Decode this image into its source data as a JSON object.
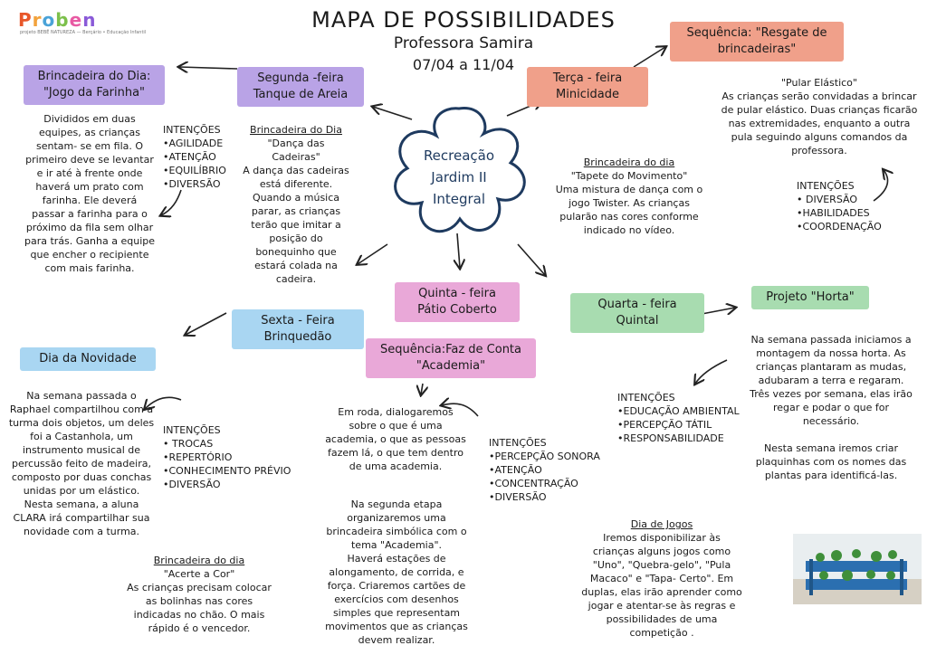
{
  "logo": {
    "letters": [
      "P",
      "r",
      "o",
      "b",
      "e",
      "n"
    ],
    "colors": [
      "#e8572a",
      "#f2a23c",
      "#4aa3d8",
      "#7cc04b",
      "#e85aa3",
      "#8a5ad8"
    ],
    "tagline": "projeto BEBÊ NATUREZA — Berçário • Educação Infantil"
  },
  "header": {
    "title": "MAPA DE POSSIBILIDADES",
    "teacher": "Professora  Samira",
    "dates": "07/04 a 11/04"
  },
  "center": {
    "lines": [
      "Recreação",
      "Jardim II",
      "Integral"
    ]
  },
  "monday": {
    "tag": [
      "Segunda -feira",
      "Tanque de Areia"
    ],
    "game_tag": [
      "Brincadeira do Dia:",
      "\"Jogo da Farinha\""
    ],
    "game_text": [
      "Divididos em duas",
      "equipes, as crianças",
      "sentam- se em fila. O",
      "primeiro deve se levantar",
      "e ir até à frente onde",
      "haverá um prato com",
      "farinha. Ele deverá",
      "passar a farinha para o",
      "próximo da fila sem olhar",
      "para trás. Ganha a equipe",
      "que encher o recipiente",
      "com mais farinha."
    ],
    "intentions": [
      "INTENÇÕES",
      "•AGILIDADE",
      "•ATENÇÃO",
      "•EQUILÍBRIO",
      "•DIVERSÃO"
    ],
    "day_heading": "Brincadeira do Dia",
    "day_text": [
      "\"Dança das",
      "Cadeiras\"",
      "A dança das cadeiras",
      "está diferente.",
      "Quando a música",
      "parar, as crianças",
      "terão que imitar a",
      "posição do",
      "bonequinho que",
      "estará colada na",
      "cadeira."
    ]
  },
  "tuesday": {
    "tag": [
      "Terça - feira",
      "Minicidade"
    ],
    "sequence_tag": [
      "Sequência: \"Resgate de",
      "brincadeiras\""
    ],
    "sequence_text": [
      "\"Pular Elástico\"",
      "As crianças serão convidadas a brincar",
      "de pular elástico. Duas crianças ficarão",
      "nas extremidades, enquanto a outra",
      "pula seguindo alguns comandos da",
      "professora."
    ],
    "intentions": [
      "INTENÇÕES",
      "• DIVERSÃO",
      "•HABILIDADES",
      "•COORDENAÇÃO"
    ],
    "day_heading": "Brincadeira do dia",
    "day_text": [
      "\"Tapete do Movimento\"",
      "Uma mistura de dança com o",
      "jogo Twister. As crianças",
      "pularão nas cores conforme",
      "indicado no vídeo."
    ]
  },
  "wednesday": {
    "tag": [
      "Quarta - feira",
      "Quintal"
    ],
    "project_tag": "Projeto \"Horta\"",
    "project_text": [
      "Na semana passada iniciamos a",
      "montagem da nossa horta. As",
      "crianças plantaram as mudas,",
      "adubaram a terra e regaram.",
      "Três vezes por semana, elas irão",
      "regar e podar o que for",
      "necessário.",
      "",
      "Nesta semana iremos criar",
      "plaquinhas com os nomes das",
      "plantas para identificá-las."
    ],
    "intentions": [
      "INTENÇÕES",
      "•EDUCAÇÃO AMBIENTAL",
      "•PERCEPÇÃO TÁTIL",
      "•RESPONSABILIDADE"
    ],
    "games_heading": "Dia de Jogos",
    "games_text": [
      "Iremos disponibilizar  às",
      "crianças alguns jogos como",
      "\"Uno\", \"Quebra-gelo\", \"Pula",
      "Macaco\" e \"Tapa- Certo\". Em",
      "duplas, elas irão aprender como",
      "jogar e atentar-se às regras e",
      "possibilidades de uma",
      "competição ."
    ]
  },
  "thursday": {
    "tag": [
      "Quinta - feira",
      "Pátio Coberto"
    ],
    "sequence_tag": [
      "Sequência:Faz de Conta",
      "\"Academia\""
    ],
    "text1": [
      "Em roda, dialogaremos",
      "sobre o que é uma",
      "academia, o que as pessoas",
      "fazem lá, o que tem dentro",
      "de uma academia."
    ],
    "intentions": [
      "INTENÇÕES",
      "•PERCEPÇÃO SONORA",
      "•ATENÇÃO",
      "•CONCENTRAÇÃO",
      "•DIVERSÃO"
    ],
    "text2": [
      "Na segunda etapa",
      "organizaremos uma",
      "brincadeira simbólica com o",
      "tema \"Academia\".",
      "Haverá estações de",
      "alongamento, de corrida, e",
      "força. Criaremos cartões de",
      "exercícios com desenhos",
      "simples que representam",
      "movimentos que as crianças",
      "devem realizar."
    ]
  },
  "friday": {
    "tag": [
      "Sexta - Feira",
      "Brinquedão"
    ],
    "news_tag": "Dia da Novidade",
    "news_text": [
      "Na semana passada o",
      "Raphael compartilhou com a",
      "turma dois objetos, um deles",
      "foi a Castanhola, um",
      "instrumento musical de",
      "percussão feito de madeira,",
      "composto por duas conchas",
      "unidas por um elástico.",
      "Nesta semana, a aluna",
      "CLARA irá compartilhar sua",
      "novidade com a turma."
    ],
    "intentions": [
      "INTENÇÕES",
      "• TROCAS",
      "•REPERTÓRIO",
      "•CONHECIMENTO PRÉVIO",
      "•DIVERSÃO"
    ],
    "day_heading": "Brincadeira do dia",
    "day_text": [
      "\"Acerte a Cor\"",
      "As crianças precisam colocar",
      "as bolinhas nas cores",
      "indicadas no chão. O mais",
      "rápido é o vencedor."
    ]
  },
  "colors": {
    "purple": "#b9a3e6",
    "salmon": "#f0a08a",
    "green": "#a8dcb0",
    "blue": "#a9d6f2",
    "pink": "#e9a8d8",
    "navy": "#1e3a5f"
  }
}
